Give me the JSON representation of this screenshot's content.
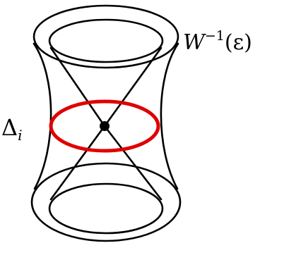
{
  "labels": {
    "preimage_base": "W",
    "preimage_exponent": "−1",
    "preimage_argument": "(ε)",
    "vanishing_cycle_base": "Δ",
    "vanishing_cycle_index": "i"
  },
  "colors": {
    "stroke": "#000000",
    "vanishing_cycle": "#e00000",
    "critical_point": "#000000",
    "background": "#ffffff"
  }
}
